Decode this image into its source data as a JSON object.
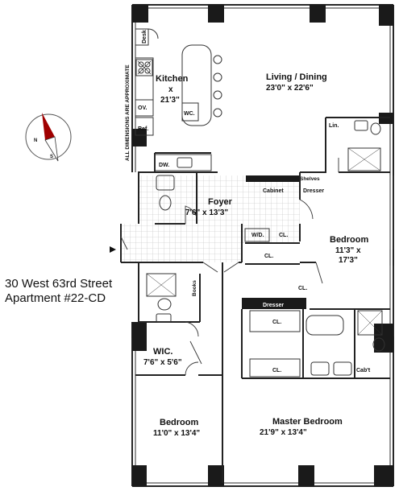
{
  "address": {
    "line1": "30 West 63rd Street",
    "line2": "Apartment #22-CD"
  },
  "disclaimer": "ALL DIMENSIONS ARE APPROXIMATE",
  "compass": {
    "north": "N",
    "south": "S"
  },
  "rooms": {
    "kitchen": {
      "name": "Kitchen",
      "x": "x",
      "dim": "21'3\""
    },
    "living": {
      "name": "Living / Dining",
      "dim": "23'0\" x 22'6\""
    },
    "foyer": {
      "name": "Foyer",
      "dim": "7'6\" x 13'3\""
    },
    "bedroom_right": {
      "name": "Bedroom",
      "dim1": "11'3\" x",
      "dim2": "17'3\""
    },
    "wic": {
      "name": "WIC.",
      "dim": "7'6\" x 5'6\""
    },
    "bedroom_left": {
      "name": "Bedroom",
      "dim": "11'0\" x 13'4\""
    },
    "master": {
      "name": "Master Bedroom",
      "dim": "21'9\" x 13'4\""
    }
  },
  "fixtures": {
    "desk": "Desk",
    "ov": "OV.",
    "ref": "Ref.",
    "wc": "WC.",
    "dw": "DW.",
    "lin": "Lin.",
    "shelves": "Shelves",
    "cabinet": "Cabinet",
    "dresser_top": "Dresser",
    "wd": "W/D.",
    "cl_laundry": "CL.",
    "cl_foyer": "CL.",
    "cl_bed": "CL.",
    "books": "Books",
    "dresser_master": "Dresser",
    "cl_master1": "CL.",
    "cl_master2": "CL.",
    "cabt": "Cab't"
  },
  "colors": {
    "wall": "#1a1a1a",
    "tile": "#bdbdbd",
    "line": "#333333"
  }
}
